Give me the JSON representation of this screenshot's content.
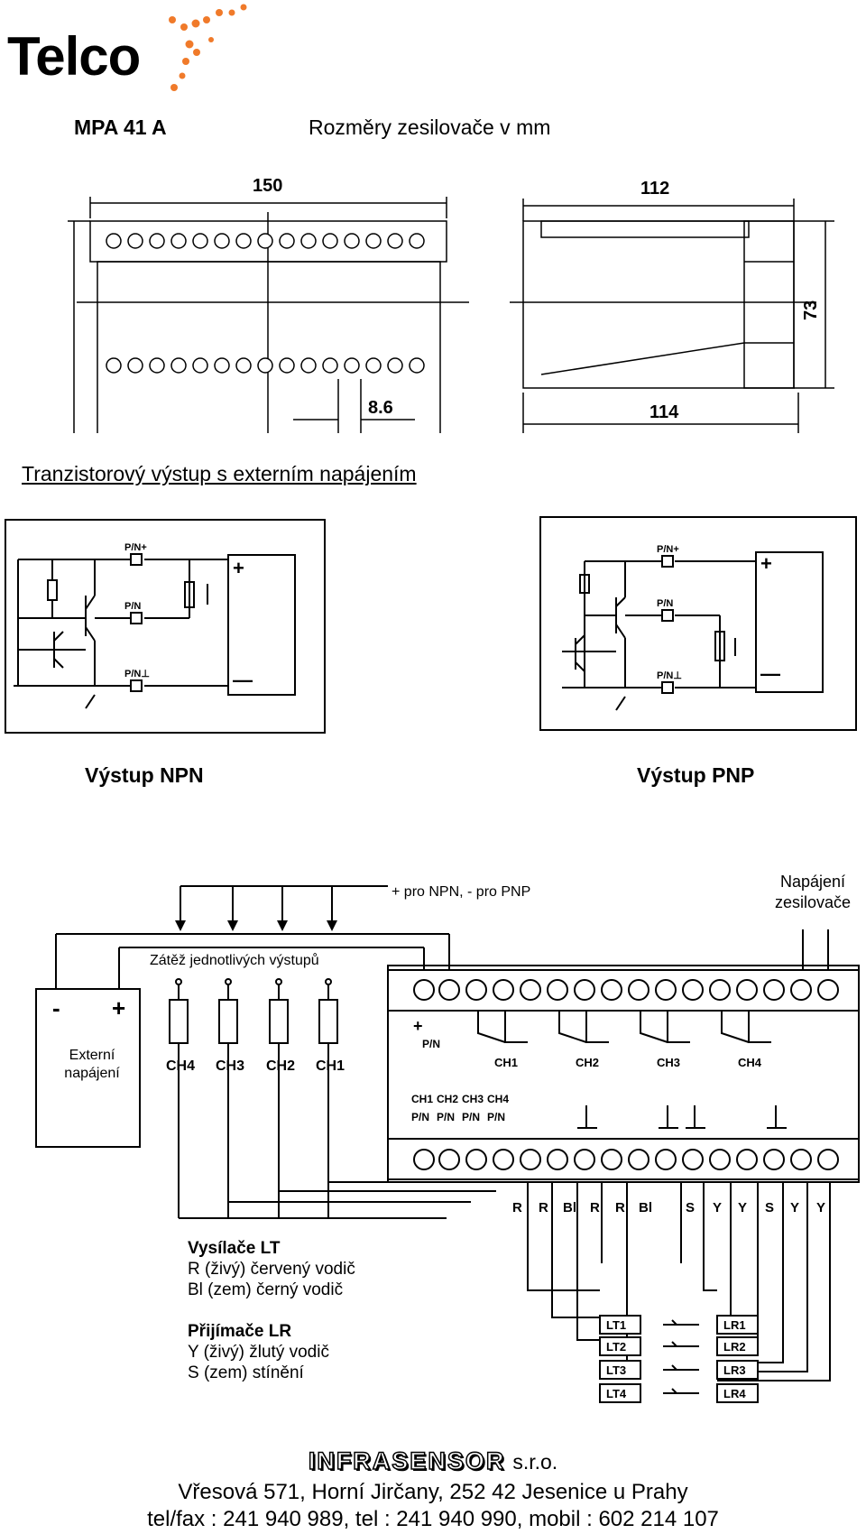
{
  "header": {
    "logo_text": "Telco",
    "product": "MPA 41 A",
    "dimensions_title": "Rozměry zesilovače v mm"
  },
  "dimensions": {
    "front_width": "150",
    "front_height": "73",
    "terminal_pitch": "8.6",
    "side_top": "112",
    "side_bottom": "114",
    "side_height": "73"
  },
  "transistor_section": {
    "title": "Tranzistorový výstup s externím napájením",
    "npn_label": "Výstup NPN",
    "pnp_label": "Výstup PNP",
    "terminal_labels": [
      "P/N+",
      "P/N",
      "P/N⊥"
    ]
  },
  "wiring": {
    "supply_note": "+ pro NPN, - pro PNP",
    "amp_supply_line1": "Napájení",
    "amp_supply_line2": "zesilovače",
    "load_label": "Zátěž jednotlivých výstupů",
    "ext_supply_line1": "Externí",
    "ext_supply_line2": "napájení",
    "ext_minus": "-",
    "ext_plus": "+",
    "load_channels": [
      "CH4",
      "CH3",
      "CH2",
      "CH1"
    ],
    "relay_channels": [
      "CH1",
      "CH2",
      "CH3",
      "CH4"
    ],
    "output_labels": [
      "CH1",
      "CH2",
      "CH3",
      "CH4"
    ],
    "output_sub": [
      "P/N",
      "P/N",
      "P/N",
      "P/N"
    ],
    "plus_pn": "+",
    "pn": "P/N",
    "wire_labels": [
      "R",
      "R",
      "Bl",
      "R",
      "R",
      "Bl",
      "S",
      "Y",
      "Y",
      "S",
      "Y",
      "Y"
    ],
    "transmitters": [
      "LT1",
      "LT2",
      "LT3",
      "LT4"
    ],
    "receivers": [
      "LR1",
      "LR2",
      "LR3",
      "LR4"
    ]
  },
  "legend": {
    "lt_title": "Vysílače LT",
    "lt_r": "R (živý) červený vodič",
    "lt_bl": "Bl (zem) černý vodič",
    "lr_title": "Přijímače LR",
    "lr_y": "Y (živý) žlutý vodič",
    "lr_s": "S (zem) stínění"
  },
  "footer": {
    "company": "INFRASENSOR",
    "suffix": "s.r.o.",
    "address": "Vřesová 571, Horní Jirčany, 252 42  Jesenice u Prahy",
    "contact": "tel/fax : 241 940 989, tel : 241 940 990, mobil : 602 214 107"
  },
  "colors": {
    "logo_accent": "#f07a2a"
  }
}
